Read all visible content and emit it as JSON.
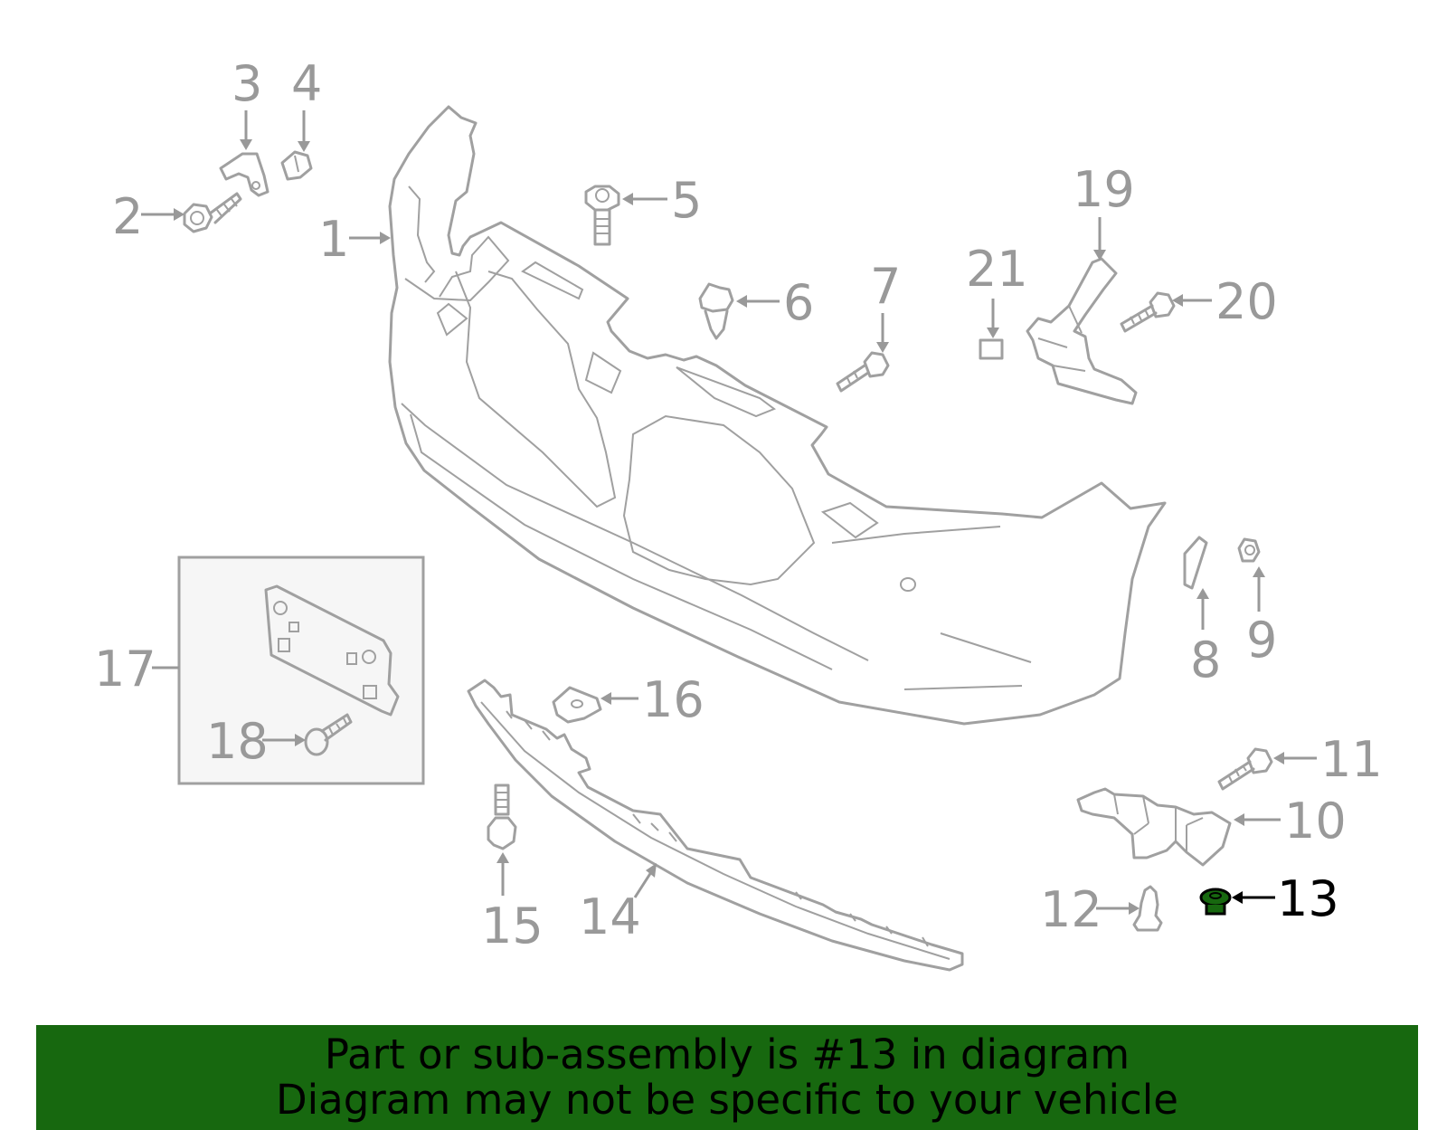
{
  "callouts": [
    {
      "num": "1",
      "highlight": false
    },
    {
      "num": "2",
      "highlight": false
    },
    {
      "num": "3",
      "highlight": false
    },
    {
      "num": "4",
      "highlight": false
    },
    {
      "num": "5",
      "highlight": false
    },
    {
      "num": "6",
      "highlight": false
    },
    {
      "num": "7",
      "highlight": false
    },
    {
      "num": "8",
      "highlight": false
    },
    {
      "num": "9",
      "highlight": false
    },
    {
      "num": "10",
      "highlight": false
    },
    {
      "num": "11",
      "highlight": false
    },
    {
      "num": "12",
      "highlight": false
    },
    {
      "num": "13",
      "highlight": true
    },
    {
      "num": "14",
      "highlight": false
    },
    {
      "num": "15",
      "highlight": false
    },
    {
      "num": "16",
      "highlight": false
    },
    {
      "num": "17",
      "highlight": false
    },
    {
      "num": "18",
      "highlight": false
    },
    {
      "num": "19",
      "highlight": false
    },
    {
      "num": "20",
      "highlight": false
    },
    {
      "num": "21",
      "highlight": false
    }
  ],
  "banner": {
    "line1": "Part or sub-assembly is #13 in diagram",
    "line2": "Diagram may not be specific to your vehicle"
  },
  "colors": {
    "banner_bg": "#17680f",
    "highlight_part": "#17680f",
    "line": "#a0a0a0",
    "label": "#999999"
  }
}
